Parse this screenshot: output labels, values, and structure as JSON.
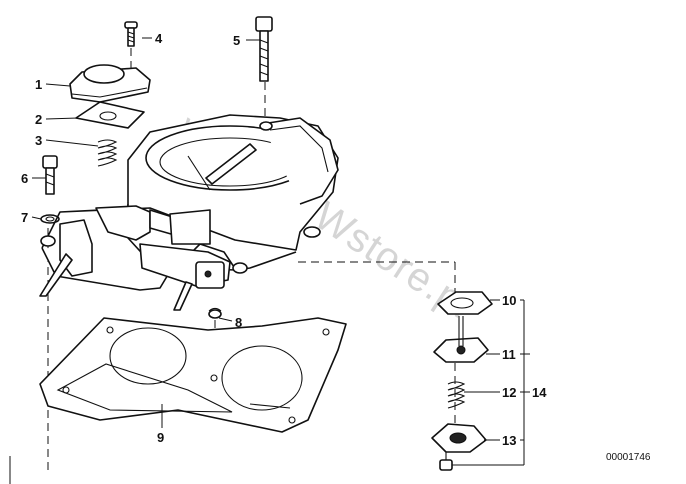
{
  "callouts": {
    "c1": "1",
    "c2": "2",
    "c3": "3",
    "c4": "4",
    "c5": "5",
    "c6": "6",
    "c7": "7",
    "c8": "8",
    "c9": "9",
    "c10": "10",
    "c11": "11",
    "c12": "12",
    "c13": "13",
    "c14": "14"
  },
  "watermark": "www.BMWstore.pl",
  "reference": "00001746"
}
